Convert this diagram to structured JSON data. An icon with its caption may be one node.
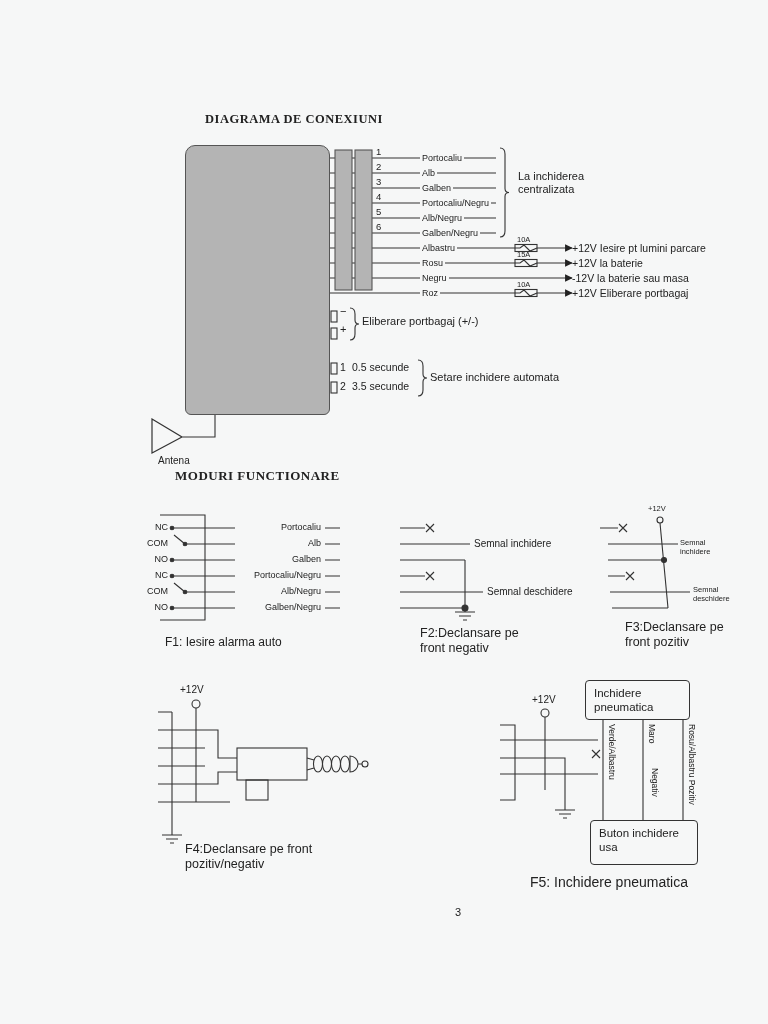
{
  "diagram": {
    "title": "DIAGRAMA DE CONEXIUNI",
    "nodes": [
      {
        "text": [],
        "shape": "box"
      },
      {
        "text": [
          "Antena"
        ]
      },
      {
        "text": [
          "+12V Iesire pt lumini parcare"
        ]
      },
      {
        "text": [
          "+12V la baterie"
        ]
      },
      {
        "text": [
          "-12V la baterie sau masa"
        ]
      },
      {
        "text": [
          "+12V Eliberare portbagaj"
        ]
      },
      {
        "text": [
          "Inchidere pneumatica"
        ]
      },
      {
        "text": [
          "Buton inchidere usa"
        ]
      }
    ],
    "edges": [
      {
        "from": 1,
        "to": 0,
        "arrow": "none"
      },
      {
        "from": 0,
        "to": null,
        "arrow": "none",
        "label": "Portocaliu"
      },
      {
        "from": 0,
        "to": null,
        "arrow": "none",
        "label": "Alb"
      },
      {
        "from": 0,
        "to": null,
        "arrow": "none",
        "label": "Galben"
      },
      {
        "from": 0,
        "to": null,
        "arrow": "none",
        "label": "Portocaliu/Negru"
      },
      {
        "from": 0,
        "to": null,
        "arrow": "none",
        "label": "Alb/Negru"
      },
      {
        "from": 0,
        "to": null,
        "arrow": "none",
        "label": "Galben/Negru"
      },
      {
        "from": 0,
        "to": 2,
        "arrow": "to",
        "label": "Albastru"
      },
      {
        "from": 0,
        "to": 3,
        "arrow": "to",
        "label": "Rosu"
      },
      {
        "from": 0,
        "to": 4,
        "arrow": "to",
        "label": "Negru"
      },
      {
        "from": 0,
        "to": 5,
        "arrow": "to",
        "label": "Roz"
      },
      {
        "from": 6,
        "to": 7,
        "arrow": "none",
        "label": "Verde/Albastru"
      },
      {
        "from": 6,
        "to": 7,
        "arrow": "none",
        "label": "Maro"
      },
      {
        "from": 6,
        "to": 7,
        "arrow": "none",
        "label": "Rosu/Albastru Pozitiv"
      }
    ],
    "labels": [
      "1",
      "2",
      "3",
      "4",
      "5",
      "6",
      "La inchiderea centralizata",
      "10A",
      "15A",
      "10A",
      "−",
      "+",
      "Eliberare portbagaj (+/-)",
      "1",
      "0.5 secunde",
      "2",
      "3.5 secunde",
      "Setare inchidere automata",
      "MODURI FUNCTIONARE",
      "NC",
      "COM",
      "NO",
      "NC",
      "COM",
      "NO",
      "Portocaliu",
      "Alb",
      "Galben",
      "Portocaliu/Negru",
      "Alb/Negru",
      "Galben/Negru",
      "F1: Iesire alarma auto",
      "Semnal inchidere",
      "Semnal deschidere",
      "F2:Declansare pe front negativ",
      "+12V",
      "Semnal inchidere",
      "Semnal deschidere",
      "F3:Declansare pe front pozitiv",
      "+12V",
      "F4:Declansare pe front pozitiv/negativ",
      "+12V",
      "Negativ",
      "F5: Inchidere pneumatica",
      "3"
    ]
  }
}
